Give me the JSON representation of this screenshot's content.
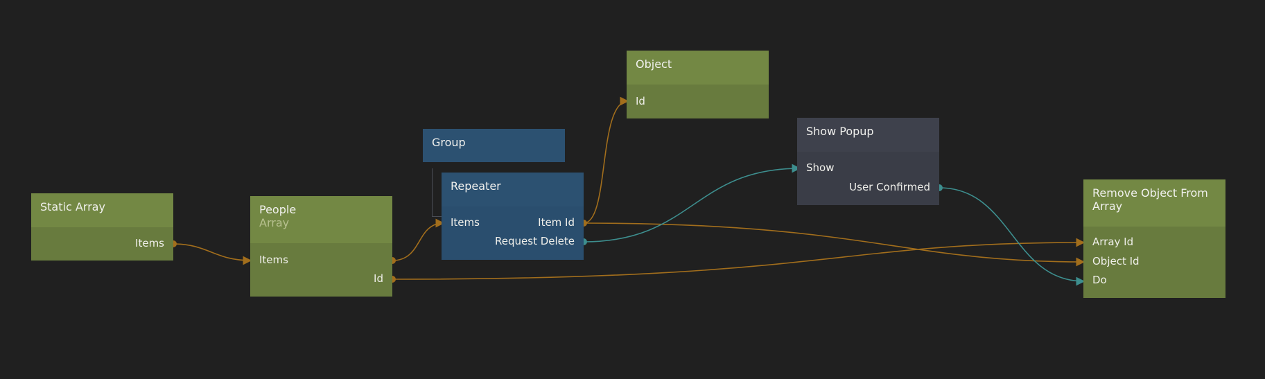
{
  "nodes": {
    "static_array": {
      "title": "Static Array",
      "ports": {
        "items_out": "Items"
      }
    },
    "people": {
      "title": "People",
      "subtitle": "Array",
      "ports": {
        "items_in": "Items",
        "id_out": "Id"
      }
    },
    "group": {
      "title": "Group"
    },
    "repeater": {
      "title": "Repeater",
      "ports": {
        "items_in": "Items",
        "item_id_out": "Item Id",
        "request_delete_out": "Request Delete"
      }
    },
    "object": {
      "title": "Object",
      "ports": {
        "id_in": "Id"
      }
    },
    "show_popup": {
      "title": "Show Popup",
      "ports": {
        "show_in": "Show",
        "user_confirmed_out": "User Confirmed"
      }
    },
    "remove_object": {
      "title": "Remove Object From Array",
      "ports": {
        "array_id_in": "Array Id",
        "object_id_in": "Object Id",
        "do_in": "Do"
      }
    }
  },
  "colors": {
    "background": "#202020",
    "data_wire": "#a26e1c",
    "signal_wire": "#3d8e8e",
    "data_node": "#738844",
    "visual_node": "#2c5171",
    "logic_node": "#3e414c"
  },
  "connections": [
    {
      "from": "Static Array.Items",
      "to": "People.Items",
      "kind": "data"
    },
    {
      "from": "People.Items",
      "to": "Repeater.Items",
      "kind": "data"
    },
    {
      "from": "Repeater.Item Id",
      "to": "Object.Id",
      "kind": "data"
    },
    {
      "from": "Repeater.Request Delete",
      "to": "Show Popup.Show",
      "kind": "signal"
    },
    {
      "from": "Repeater.Item Id",
      "to": "Remove Object From Array.Object Id",
      "kind": "data"
    },
    {
      "from": "People.Id",
      "to": "Remove Object From Array.Array Id",
      "kind": "data"
    },
    {
      "from": "Show Popup.User Confirmed",
      "to": "Remove Object From Array.Do",
      "kind": "signal"
    }
  ]
}
